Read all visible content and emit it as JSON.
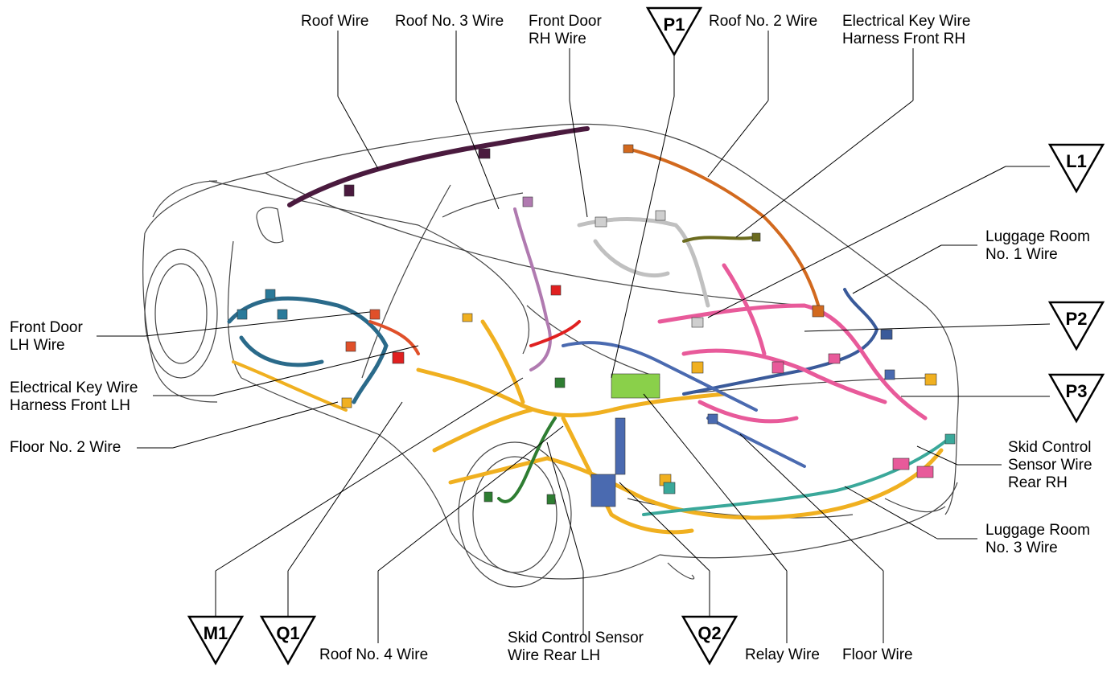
{
  "labels": {
    "roof_wire": "Roof Wire",
    "roof_no3_wire": "Roof No. 3 Wire",
    "front_door_rh_1": "Front Door",
    "front_door_rh_2": "RH Wire",
    "roof_no2_wire": "Roof No. 2 Wire",
    "ekw_front_rh_1": "Electrical Key Wire",
    "ekw_front_rh_2": "Harness Front RH",
    "luggage_no1_1": "Luggage Room",
    "luggage_no1_2": "No. 1 Wire",
    "front_door_lh_1": "Front Door",
    "front_door_lh_2": "LH Wire",
    "ekw_front_lh_1": "Electrical Key Wire",
    "ekw_front_lh_2": "Harness Front LH",
    "floor_no2_wire": "Floor No. 2 Wire",
    "skid_rh_1": "Skid Control",
    "skid_rh_2": "Sensor Wire",
    "skid_rh_3": "Rear RH",
    "luggage_no3_1": "Luggage Room",
    "luggage_no3_2": "No. 3 Wire",
    "roof_no4_wire": "Roof No. 4 Wire",
    "skid_lh_1": "Skid Control Sensor",
    "skid_lh_2": "Wire Rear LH",
    "relay_wire": "Relay Wire",
    "floor_wire": "Floor Wire"
  },
  "markers": {
    "p1": "P1",
    "l1": "L1",
    "p2": "P2",
    "p3": "P3",
    "m1": "M1",
    "q1": "Q1",
    "q2": "Q2"
  },
  "colors": {
    "roof_wire": "#4a1a3e",
    "roof_no3_wire": "#b07ab0",
    "front_door_rh": "#b8b8b8",
    "roof_no2_wire": "#d2691e",
    "ekw_rh": "#6b6b1e",
    "luggage_no1": "#3a5a9a",
    "front_door_lh": "#2a7a9a",
    "ekw_lh": "#e0502a",
    "floor_no2": "#f0b020",
    "main_orange": "#f0b020",
    "pink": "#e85a9a",
    "green": "#2e7d32",
    "teal": "#3aa89a",
    "blue": "#4a6ab0",
    "red": "#e02020",
    "lime": "#8ad04a"
  }
}
